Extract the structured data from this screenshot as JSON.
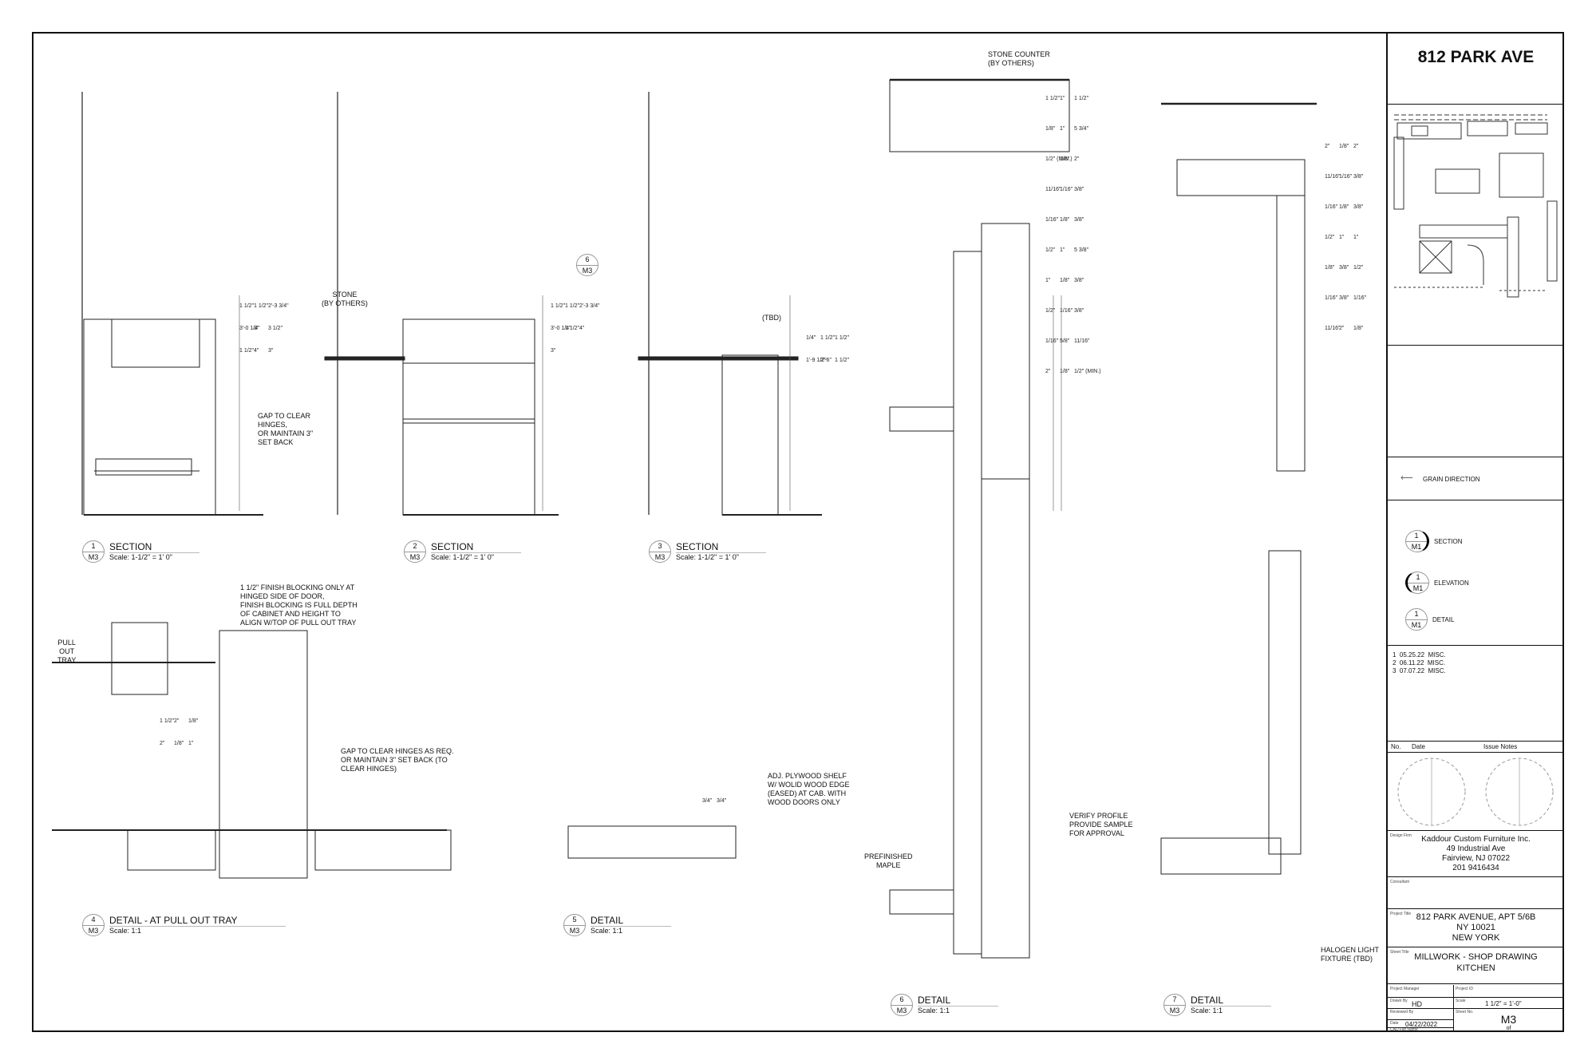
{
  "title_block": {
    "project_header": "812 PARK AVE",
    "legend": {
      "grain_direction": "GRAIN DIRECTION",
      "symbols": [
        {
          "num": "1",
          "sheet": "M1",
          "label": "SECTION",
          "icon": "section-marker-icon"
        },
        {
          "num": "1",
          "sheet": "M1",
          "label": "ELEVATION",
          "icon": "elevation-marker-icon"
        },
        {
          "num": "1",
          "sheet": "M1",
          "label": "DETAIL",
          "icon": "detail-marker-icon"
        }
      ]
    },
    "revisions": [
      {
        "no": "1",
        "date": "05.25.22",
        "note": "MISC."
      },
      {
        "no": "2",
        "date": "06.11.22",
        "note": "MISC."
      },
      {
        "no": "3",
        "date": "07.07.22",
        "note": "MISC."
      }
    ],
    "revision_headers": {
      "no": "No.",
      "date": "Date",
      "notes": "Issue Notes"
    },
    "design_firm_caption": "Design Firm",
    "design_firm": [
      "Kaddour Custom Furniture Inc.",
      "49 Industrial Ave",
      "Fairview, NJ 07022",
      "201 9416434"
    ],
    "consultant_caption": "Consultant",
    "project_title_caption": "Project Title",
    "project_title": [
      "812 PARK AVENUE, APT 5/6B",
      "NY 10021",
      "NEW YORK"
    ],
    "sheet_title_caption": "Sheet Title",
    "sheet_title": [
      "MILLWORK - SHOP DRAWING",
      "KITCHEN"
    ],
    "project_manager_caption": "Project Manager",
    "project_id_caption": "Project ID",
    "drawn_by_caption": "Drawn By",
    "drawn_by": "HD",
    "scale_caption": "Scale",
    "scale": "1 1/2\" = 1'-0\"",
    "reviewed_by_caption": "Reviewed By",
    "sheet_no_caption": "Sheet No.",
    "sheet_no": "M3",
    "of": "of",
    "date_caption": "Date",
    "date": "04/22/2022",
    "cad_file_caption": "CAD File Name"
  },
  "drawings": [
    {
      "num": "1",
      "sheet": "M3",
      "title": "SECTION",
      "scale": "Scale: 1-1/2\" = 1' 0\""
    },
    {
      "num": "2",
      "sheet": "M3",
      "title": "SECTION",
      "scale": "Scale: 1-1/2\" = 1' 0\""
    },
    {
      "num": "3",
      "sheet": "M3",
      "title": "SECTION",
      "scale": "Scale: 1-1/2\" = 1' 0\""
    },
    {
      "num": "4",
      "sheet": "M3",
      "title": "DETAIL - AT PULL OUT TRAY",
      "scale": "Scale: 1:1"
    },
    {
      "num": "5",
      "sheet": "M3",
      "title": "DETAIL",
      "scale": "Scale: 1:1"
    },
    {
      "num": "6",
      "sheet": "M3",
      "title": "DETAIL",
      "scale": "Scale: 1:1"
    },
    {
      "num": "7",
      "sheet": "M3",
      "title": "DETAIL",
      "scale": "Scale: 1:1"
    }
  ],
  "callout_6": {
    "num": "6",
    "sheet": "M3"
  },
  "notes": {
    "stone_by_others": "STONE\n(BY OTHERS)",
    "gap_hinges_1": "GAP TO CLEAR\nHINGES,\nOR MAINTAIN 3\"\nSET BACK",
    "tbd": "(TBD)",
    "finish_blocking": "1 1/2\" FINISH BLOCKING ONLY AT\nHINGED SIDE OF DOOR,\nFINISH BLOCKING IS FULL DEPTH\nOF CABINET AND HEIGHT TO\nALIGN W/TOP OF PULL OUT TRAY",
    "pull_out_tray": "PULL\nOUT\nTRAY",
    "gap_hinges_2": "GAP TO CLEAR HINGES AS REQ.\nOR MAINTAIN 3\" SET BACK (TO\nCLEAR HINGES)",
    "adj_shelf": "ADJ. PLYWOOD SHELF\nW/ WOLID WOOD EDGE\n(EASED) AT CAB. WITH\nWOOD DOORS ONLY",
    "stone_counter": "STONE COUNTER\n(BY OTHERS)",
    "verify_profile": "VERIFY PROFILE\nPROVIDE SAMPLE\nFOR APPROVAL",
    "prefinished_maple": "PREFINISHED\nMAPLE",
    "halogen": "HALOGEN LIGHT\nFIXTURE (TBD)"
  },
  "dimensions": {
    "sec1": [
      "1 1/2\"",
      "1 1/2\"",
      "2'-3 3/4\"",
      "3'-0 1/4\"",
      "3\"",
      "3 1/2\"",
      "1 1/2\"",
      "4\"",
      "3\""
    ],
    "sec2": [
      "1 1/2\"",
      "1 1/2\"",
      "2'-3 3/4\"",
      "3'-0 1/4\"",
      "1 1/2\"",
      "4\"",
      "3\""
    ],
    "sec3": [
      "1/4\"",
      "1 1/2\"",
      "1 1/2\"",
      "1'-9 1/2\"",
      "2'-6\"",
      "1 1/2\""
    ],
    "det4": [
      "1 1/2\"",
      "2\"",
      "1/8\"",
      "2\"",
      "1/8\"",
      "1\""
    ],
    "det5": [
      "3/4\"",
      "3/4\""
    ],
    "det6": [
      "1 1/2\"",
      "1\"",
      "1 1/2\"",
      "1/8\"",
      "1\"",
      "5 3/4\"",
      "1/2\" (MIN.)",
      "1/8\"",
      "2\"",
      "11/16\"",
      "1/16\"",
      "3/8\"",
      "1/16\"",
      "1/8\"",
      "3/8\"",
      "1/2\"",
      "1\"",
      "5 3/8\"",
      "1\"",
      "1/8\"",
      "3/8\"",
      "1/2\"",
      "1/16\"",
      "3/8\"",
      "1/16\"",
      "5/8\"",
      "11/16\"",
      "2\"",
      "1/8\"",
      "1/2\" (MIN.)"
    ],
    "det7": [
      "2\"",
      "1/8\"",
      "2\"",
      "11/16\"",
      "1/16\"",
      "3/8\"",
      "1/16\"",
      "1/8\"",
      "3/8\"",
      "1/2\"",
      "1\"",
      "1\"",
      "1/8\"",
      "3/8\"",
      "1/2\"",
      "1/16\"",
      "3/8\"",
      "1/16\"",
      "11/16\"",
      "2\"",
      "1/8\""
    ]
  }
}
